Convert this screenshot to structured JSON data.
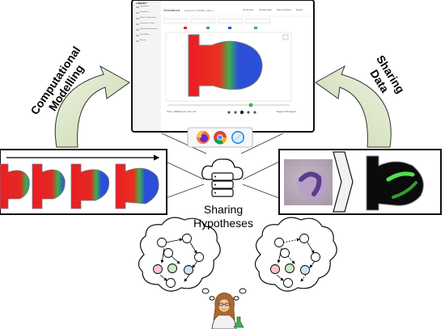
{
  "labels": {
    "computational_line1": "Computational",
    "computational_line2": "Modelling",
    "sharing_data_line1": "Sharing",
    "sharing_data_line2": "Data",
    "sharing_hypotheses_line1": "Sharing",
    "sharing_hypotheses_line2": "Hypotheses"
  },
  "app": {
    "brand": "LIMBNET",
    "title": "Simulations",
    "subtitle": "Selected UI SIMBI model 1",
    "nav": [
      "Hypotheses",
      "Simulations",
      "Model Configurations",
      "Parameter Tuning",
      "Experimental Datasets",
      "Data Tables",
      "Results"
    ],
    "toolbar": [
      "Info Session",
      "Simulate Again",
      "Save as Session",
      "Results"
    ],
    "bottom_left": "Time: 19400 (min): 3.9 / 10",
    "bottom_right": "Speed: 50 steps/s"
  },
  "browsers": [
    "firefox-icon",
    "chrome-icon",
    "safari-icon"
  ],
  "colors": {
    "accent_green": "#c8d9b0",
    "accent_green_dark": "#7a9a52",
    "red": "#ec1c24",
    "green": "#3cb04a",
    "blue": "#2b4fd8"
  }
}
